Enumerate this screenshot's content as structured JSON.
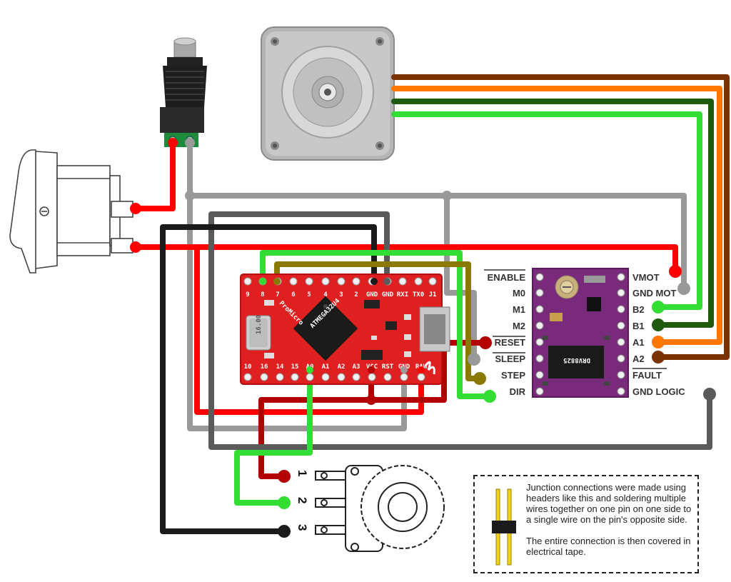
{
  "promicro": {
    "brand": "ProMicro",
    "chip_text": "ATMEGA32U4",
    "crystal_text": "16.00",
    "top_pins": [
      "9",
      "8",
      "7",
      "6",
      "5",
      "4",
      "3",
      "2",
      "GND",
      "GND",
      "RXI",
      "TX0",
      "J1"
    ],
    "bottom_pins": [
      "10",
      "16",
      "14",
      "15",
      "A0",
      "A1",
      "A2",
      "A3",
      "VCC",
      "RST",
      "GND",
      "RAW"
    ]
  },
  "driver": {
    "left_labels": [
      "ENABLE",
      "M0",
      "M1",
      "M2",
      "RESET",
      "SLEEP",
      "STEP",
      "DIR"
    ],
    "right_labels": [
      "VMOT",
      "GND MOT",
      "B2",
      "B1",
      "A1",
      "A2",
      "FAULT",
      "GND LOGIC"
    ],
    "chip_text": "DRV8825"
  },
  "potentiometer": {
    "pins": [
      "1",
      "2",
      "3"
    ]
  },
  "note": {
    "text": "Junction connections were made using headers like this and soldering multiple wires together on one pin on one side to a single wire on the pin's opposite side.\n\nThe entire connection is then covered in electrical tape."
  },
  "colors": {
    "red": "#ff0000",
    "darkred": "#b30000",
    "gray": "#999999",
    "darkgray": "#5a5a5a",
    "black": "#1a1a1a",
    "green": "#33dd33",
    "olive": "#8a7a00",
    "brown": "#7a3300",
    "orange": "#ff7700",
    "darkgreen": "#1f5a0f"
  }
}
